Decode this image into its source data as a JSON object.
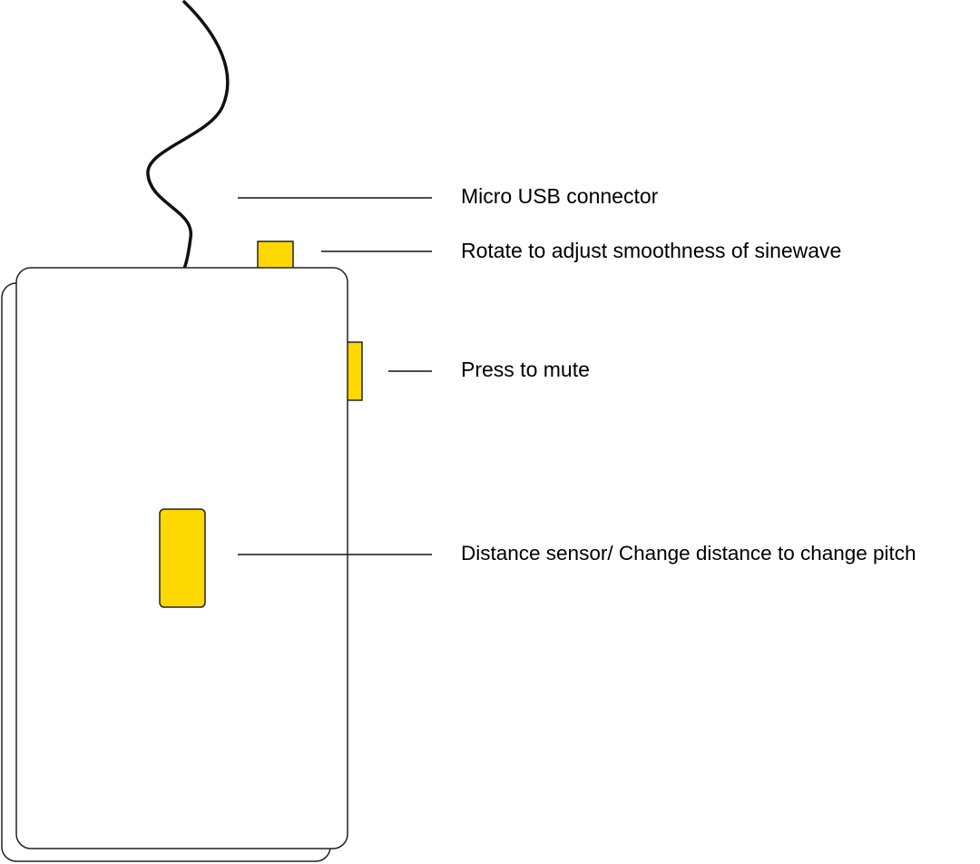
{
  "labels": {
    "usb": "Micro USB connector",
    "knob": "Rotate to adjust smoothness of sinewave",
    "mute": "Press to mute",
    "sensor": "Distance sensor/ Change distance to change pitch"
  },
  "colors": {
    "accent": "#FFD800",
    "outline": "#222222",
    "background": "#FFFFFF"
  }
}
